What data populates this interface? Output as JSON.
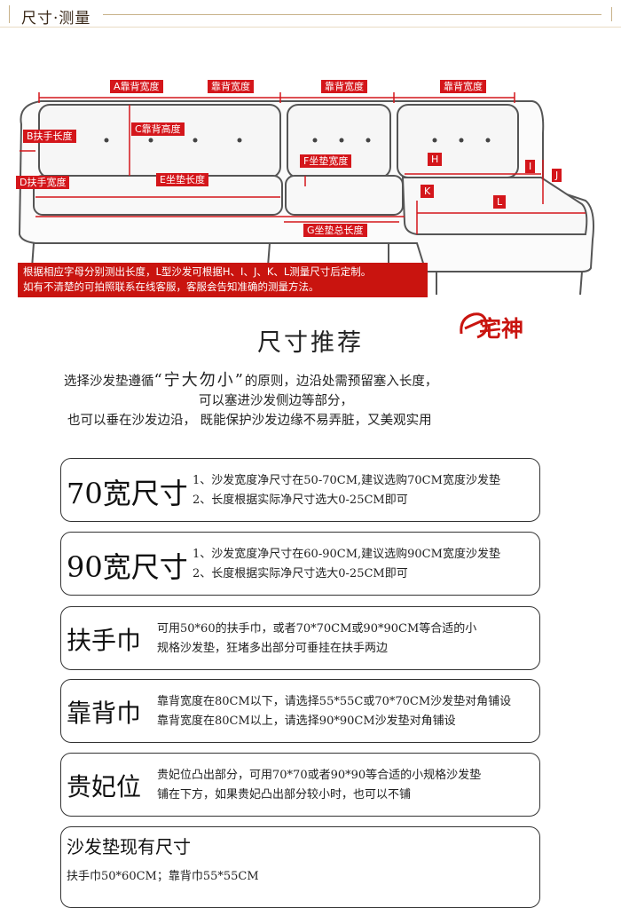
{
  "header": {
    "title": "尺寸·测量"
  },
  "diagram": {
    "labels": {
      "a": "A靠背宽度",
      "back2": "靠背宽度",
      "back3": "靠背宽度",
      "back4": "靠背宽度",
      "b": "B扶手长度",
      "c": "C靠背高度",
      "d": "D扶手宽度",
      "e": "E坐垫长度",
      "f": "F坐垫宽度",
      "g": "G坐垫总长度",
      "h": "H",
      "i": "I",
      "j": "J",
      "k": "K",
      "l": "L"
    },
    "notice_line1": "根据相应字母分别测出长度，L型沙发可根据H、I、J、K、L测量尺寸后定制。",
    "notice_line2": "如有不清楚的可拍照联系在线客服，客服会告知准确的测量方法。"
  },
  "logo": {
    "text": "宅神"
  },
  "recommend": {
    "title": "尺寸推荐",
    "intro_pre": "选择沙发垫遵循",
    "intro_quote": "“宁大勿小”",
    "intro_post": "的原则，边沿处需预留塞入长度，",
    "intro_line2": "可以塞进沙发侧边等部分，",
    "intro_line3": "也可以垂在沙发边沿，  既能保护沙发边缘不易弄脏，又美观实用"
  },
  "boxes": [
    {
      "label": "70宽尺寸",
      "line1": "1、沙发宽度净尺寸在50-70CM,建议选购70CM宽度沙发垫",
      "line2": "2、长度根据实际净尺寸选大0-25CM即可"
    },
    {
      "label": "90宽尺寸",
      "line1": "1、沙发宽度净尺寸在60-90CM,建议选购90CM宽度沙发垫",
      "line2": "2、长度根据实际净尺寸选大0-25CM即可"
    },
    {
      "label": "扶手巾",
      "line1": "可用50*60的扶手巾，或者70*70CM或90*90CM等合适的小",
      "line2": "规格沙发垫，狂堵多出部分可垂挂在扶手两边"
    },
    {
      "label": "靠背巾",
      "line1": "靠背宽度在80CM以下，请选择55*55C或70*70CM沙发垫对角铺设",
      "line2": "靠背宽度在80CM以上，请选择90*90CM沙发垫对角铺设"
    },
    {
      "label": "贵妃位",
      "line1": "贵妃位凸出部分，可用70*70或者90*90等合适的小规格沙发垫",
      "line2": "铺在下方，如果贵妃凸出部分较小时，也可以不铺"
    }
  ],
  "existing": {
    "title": "沙发垫现有尺寸",
    "line": "扶手巾50*60CM；靠背巾55*55CM"
  }
}
